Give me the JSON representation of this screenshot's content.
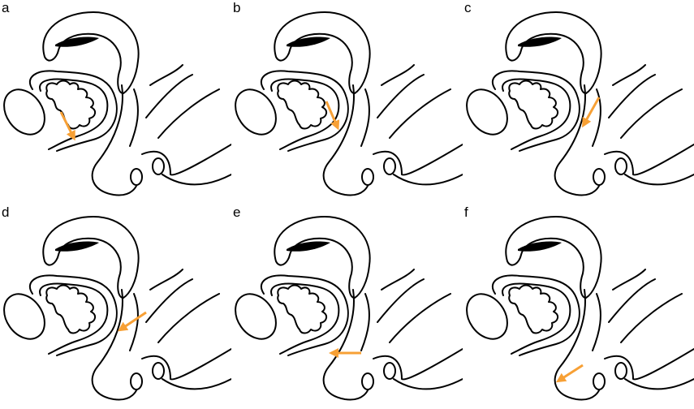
{
  "panels": [
    {
      "label": "a"
    },
    {
      "label": "b"
    },
    {
      "label": "c"
    },
    {
      "label": "d"
    },
    {
      "label": "e"
    },
    {
      "label": "f"
    }
  ],
  "colors": {
    "arrow": "#F7A035",
    "outline": "#000000"
  }
}
